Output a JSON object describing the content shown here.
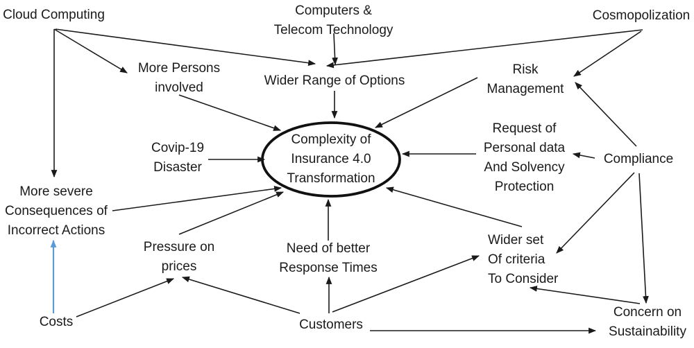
{
  "diagram": {
    "center": {
      "label": "Complexity of\nInsurance 4.0\nTransformation"
    },
    "nodes": {
      "cloud_computing": {
        "label": "Cloud Computing"
      },
      "computers_telecom": {
        "label": "Computers &\nTelecom Technology"
      },
      "cosmopolization": {
        "label": "Cosmopolization"
      },
      "more_persons_involved": {
        "label": "More Persons\ninvolved"
      },
      "wider_range_of_options": {
        "label": "Wider Range of Options"
      },
      "risk_management": {
        "label": "Risk\nManagement"
      },
      "covip_19_disaster": {
        "label": "Covip-19\nDisaster"
      },
      "request_personal_data": {
        "label": "Request of\nPersonal data\nAnd Solvency\nProtection"
      },
      "compliance": {
        "label": "Compliance"
      },
      "more_severe_consequences": {
        "label": "More severe\nConsequences of\nIncorrect Actions"
      },
      "pressure_on_prices": {
        "label": "Pressure on\nprices"
      },
      "need_of_better_response_times": {
        "label": "Need of better\nResponse Times"
      },
      "wider_set_of_criteria": {
        "label": "Wider set\nOf criteria\nTo Consider"
      },
      "costs": {
        "label": "Costs"
      },
      "customers": {
        "label": "Customers"
      },
      "concern_on_sustainability": {
        "label": "Concern on\nSustainability"
      }
    },
    "edges": [
      {
        "from": "cloud_computing",
        "to": "more_persons_involved",
        "color": "black"
      },
      {
        "from": "cloud_computing",
        "to": "wider_range_of_options",
        "color": "black"
      },
      {
        "from": "cloud_computing",
        "to": "more_severe_consequences",
        "color": "black"
      },
      {
        "from": "computers_telecom",
        "to": "wider_range_of_options",
        "color": "black"
      },
      {
        "from": "cosmopolization",
        "to": "wider_range_of_options",
        "color": "black"
      },
      {
        "from": "cosmopolization",
        "to": "risk_management",
        "color": "black"
      },
      {
        "from": "compliance",
        "to": "risk_management",
        "color": "black"
      },
      {
        "from": "compliance",
        "to": "request_personal_data",
        "color": "black"
      },
      {
        "from": "compliance",
        "to": "wider_set_of_criteria",
        "color": "black"
      },
      {
        "from": "compliance",
        "to": "concern_on_sustainability",
        "color": "black"
      },
      {
        "from": "more_persons_involved",
        "to": "center",
        "color": "black"
      },
      {
        "from": "wider_range_of_options",
        "to": "center",
        "color": "black"
      },
      {
        "from": "risk_management",
        "to": "center",
        "color": "black"
      },
      {
        "from": "covip_19_disaster",
        "to": "center",
        "color": "black"
      },
      {
        "from": "request_personal_data",
        "to": "center",
        "color": "black"
      },
      {
        "from": "more_severe_consequences",
        "to": "center",
        "color": "black"
      },
      {
        "from": "pressure_on_prices",
        "to": "center",
        "color": "black"
      },
      {
        "from": "need_of_better_response_times",
        "to": "center",
        "color": "black"
      },
      {
        "from": "wider_set_of_criteria",
        "to": "center",
        "color": "black"
      },
      {
        "from": "costs",
        "to": "pressure_on_prices",
        "color": "black"
      },
      {
        "from": "customers",
        "to": "pressure_on_prices",
        "color": "black"
      },
      {
        "from": "costs",
        "to": "more_severe_consequences",
        "color": "blue"
      },
      {
        "from": "customers",
        "to": "need_of_better_response_times",
        "color": "black"
      },
      {
        "from": "customers",
        "to": "wider_set_of_criteria",
        "color": "black"
      },
      {
        "from": "customers",
        "to": "concern_on_sustainability",
        "color": "black"
      },
      {
        "from": "concern_on_sustainability",
        "to": "wider_set_of_criteria",
        "color": "black"
      }
    ],
    "colors": {
      "text": "#1a1a1a",
      "line": "#1a1a1a",
      "highlight_line": "#5b9bd5",
      "ellipse_border": "#111111",
      "background": "#ffffff"
    }
  }
}
